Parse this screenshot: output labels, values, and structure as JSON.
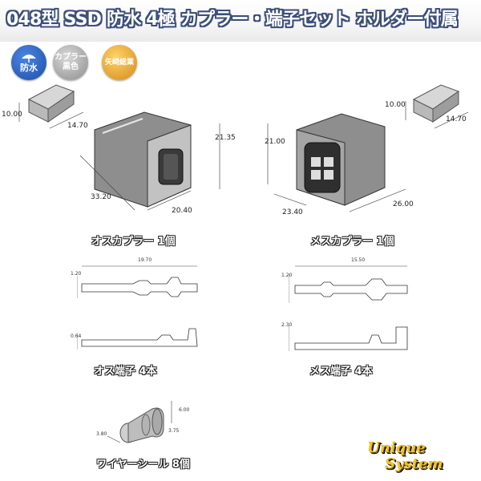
{
  "title": "048型 SSD 防水 4極 カプラー・端子セット ホルダー付属",
  "badges": {
    "waterproof": "防水",
    "color_line1": "カプラー",
    "color_line2": "黒色",
    "brand": "矢崎総業"
  },
  "holder_left": {
    "d1": "10.00",
    "d2": "14.70"
  },
  "holder_right": {
    "d1": "10.00",
    "d2": "14.70"
  },
  "male_coupler": {
    "label": "オスカプラー 1個",
    "h": "21.35",
    "w1": "33.20",
    "w2": "20.40"
  },
  "female_coupler": {
    "label": "メスカプラー 1個",
    "h": "21.00",
    "w1": "23.40",
    "w2": "26.00"
  },
  "male_terminal": {
    "label": "オス端子 4本",
    "len": "19.70",
    "h1": "1.20",
    "h2": "0.64"
  },
  "female_terminal": {
    "label": "メス端子 4本",
    "len": "15.50",
    "h1": "1.20",
    "h2": "2.30"
  },
  "seal": {
    "label": "ワイヤーシール 8個",
    "d1": "6.00",
    "d2": "3.80",
    "d3": "3.75"
  },
  "logo": {
    "line1": "Unique",
    "line2": "System"
  },
  "colors": {
    "title_outline": "#3d4f7a",
    "logo_gold": "#f2c230"
  }
}
